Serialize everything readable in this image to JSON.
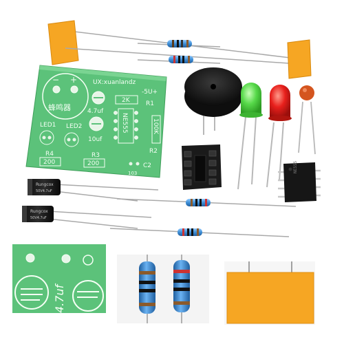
{
  "pcb": {
    "credit": "UX:xuanlandz",
    "voltage": "-5U+",
    "chinese_label": "蜂鸣器",
    "cap_label": "4.7uf",
    "cap2_label": "10uf",
    "chip_label": "NE555",
    "r1_value": "2K",
    "r1_label": "R1",
    "r2_value": "100K",
    "r2_label": "R2",
    "r3_value": "200",
    "r3_label": "R3",
    "r4_value": "200",
    "r4_label": "R4",
    "led1_label": "LED1",
    "led2_label": "LED2",
    "c2_label": "C2",
    "c2_value": "103",
    "plus_sign": "+",
    "minus_sign": "−"
  },
  "capacitor_marking": "Rungcox",
  "capacitor_spec": "50V4.7uF",
  "pcb_closeup_text": "4.7uf",
  "colors": {
    "pcb_green": "#5cc27a",
    "pcb_light": "#8ee0a2",
    "resistor_blue": "#3f8fd6",
    "film_cap_orange": "#f6a623",
    "led_green": "#57d94a",
    "led_red": "#e8201c",
    "ceramic_cap": "#d4551f",
    "buzzer_black": "#1a1a1a"
  }
}
